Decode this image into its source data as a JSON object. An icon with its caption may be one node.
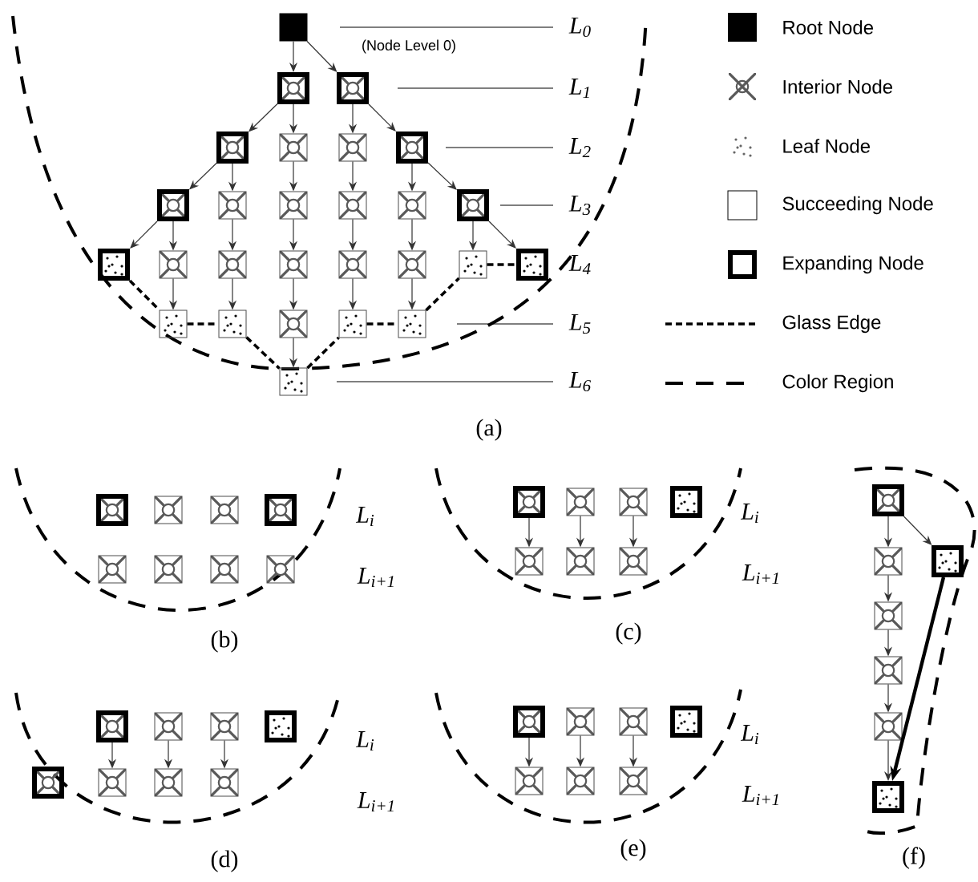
{
  "diagram": {
    "nodes": [
      {
        "text": [],
        "shape": "box"
      },
      {
        "text": [],
        "shape": "box"
      },
      {
        "text": [],
        "shape": "box"
      },
      {
        "text": [],
        "shape": "box"
      },
      {
        "text": [],
        "shape": "box"
      },
      {
        "text": [],
        "shape": "box"
      },
      {
        "text": [],
        "shape": "box"
      },
      {
        "text": [],
        "shape": "box"
      },
      {
        "text": [],
        "shape": "box"
      },
      {
        "text": [],
        "shape": "box"
      },
      {
        "text": [],
        "shape": "box"
      },
      {
        "text": [],
        "shape": "box"
      },
      {
        "text": [],
        "shape": "box"
      },
      {
        "text": [],
        "shape": "box"
      },
      {
        "text": [],
        "shape": "box"
      },
      {
        "text": [],
        "shape": "box"
      },
      {
        "text": [],
        "shape": "box"
      },
      {
        "text": [],
        "shape": "box"
      },
      {
        "text": [],
        "shape": "box"
      },
      {
        "text": [],
        "shape": "box"
      },
      {
        "text": [],
        "shape": "box"
      },
      {
        "text": [],
        "shape": "box"
      },
      {
        "text": [],
        "shape": "box"
      },
      {
        "text": [],
        "shape": "box"
      },
      {
        "text": [],
        "shape": "box"
      },
      {
        "text": [],
        "shape": "box"
      },
      {
        "text": [],
        "shape": "box"
      },
      {
        "text": [],
        "shape": "box"
      },
      {
        "text": [],
        "shape": "box"
      },
      {
        "text": [],
        "shape": "box"
      },
      {
        "text": [],
        "shape": "box"
      },
      {
        "text": [],
        "shape": "box"
      },
      {
        "text": [],
        "shape": "box"
      },
      {
        "text": [],
        "shape": "box"
      },
      {
        "text": [],
        "shape": "box"
      },
      {
        "text": [],
        "shape": "box"
      },
      {
        "text": [],
        "shape": "box"
      },
      {
        "text": [],
        "shape": "box"
      },
      {
        "text": [],
        "shape": "box"
      },
      {
        "text": [],
        "shape": "box"
      },
      {
        "text": [],
        "shape": "box"
      },
      {
        "text": [],
        "shape": "box"
      },
      {
        "text": [],
        "shape": "box"
      },
      {
        "text": [],
        "shape": "box"
      },
      {
        "text": [],
        "shape": "box"
      },
      {
        "text": [],
        "shape": "box"
      },
      {
        "text": [],
        "shape": "box"
      },
      {
        "text": [],
        "shape": "box"
      },
      {
        "text": [],
        "shape": "box"
      },
      {
        "text": [],
        "shape": "box"
      },
      {
        "text": [],
        "shape": "box"
      },
      {
        "text": [],
        "shape": "box"
      },
      {
        "text": [],
        "shape": "box"
      },
      {
        "text": [],
        "shape": "box"
      },
      {
        "text": [],
        "shape": "box"
      },
      {
        "text": [],
        "shape": "box"
      },
      {
        "text": [],
        "shape": "box"
      },
      {
        "text": [],
        "shape": "box"
      },
      {
        "text": [],
        "shape": "box"
      },
      {
        "text": [],
        "shape": "box"
      },
      {
        "text": [],
        "shape": "box"
      },
      {
        "text": [],
        "shape": "box"
      },
      {
        "text": [],
        "shape": "box"
      },
      {
        "text": [],
        "shape": "box"
      }
    ],
    "edges": [
      {
        "from": 0,
        "to": 1,
        "arrow": "to"
      },
      {
        "from": 0,
        "to": 2,
        "arrow": "to"
      },
      {
        "from": 1,
        "to": 3,
        "arrow": "to"
      },
      {
        "from": 1,
        "to": 4,
        "arrow": "to"
      },
      {
        "from": 2,
        "to": 5,
        "arrow": "to"
      },
      {
        "from": 2,
        "to": 6,
        "arrow": "to"
      },
      {
        "from": 3,
        "to": 7,
        "arrow": "to"
      },
      {
        "from": 3,
        "to": 8,
        "arrow": "to"
      },
      {
        "from": 4,
        "to": 9,
        "arrow": "to"
      },
      {
        "from": 5,
        "to": 10,
        "arrow": "to"
      },
      {
        "from": 6,
        "to": 11,
        "arrow": "to"
      },
      {
        "from": 6,
        "to": 12,
        "arrow": "to"
      },
      {
        "from": 7,
        "to": 13,
        "arrow": "to"
      },
      {
        "from": 7,
        "to": 14,
        "arrow": "to"
      },
      {
        "from": 8,
        "to": 15,
        "arrow": "to"
      },
      {
        "from": 9,
        "to": 16,
        "arrow": "to"
      },
      {
        "from": 10,
        "to": 17,
        "arrow": "to"
      },
      {
        "from": 11,
        "to": 18,
        "arrow": "to"
      },
      {
        "from": 12,
        "to": 19,
        "arrow": "to"
      },
      {
        "from": 12,
        "to": 20,
        "arrow": "to"
      },
      {
        "from": 14,
        "to": 21,
        "arrow": "to"
      },
      {
        "from": 15,
        "to": 22,
        "arrow": "to"
      },
      {
        "from": 16,
        "to": 23,
        "arrow": "to"
      },
      {
        "from": 17,
        "to": 24,
        "arrow": "to"
      },
      {
        "from": 18,
        "to": 25,
        "arrow": "to"
      },
      {
        "from": 23,
        "to": 26,
        "arrow": "to"
      },
      {
        "from": 13,
        "to": 21,
        "arrow": "none",
        "style": "dashed"
      },
      {
        "from": 21,
        "to": 22,
        "arrow": "none",
        "style": "dashed"
      },
      {
        "from": 22,
        "to": 26,
        "arrow": "none",
        "style": "dashed"
      },
      {
        "from": 26,
        "to": 24,
        "arrow": "none",
        "style": "dashed"
      },
      {
        "from": 24,
        "to": 25,
        "arrow": "none",
        "style": "dashed"
      },
      {
        "from": 25,
        "to": 19,
        "arrow": "none",
        "style": "dashed"
      },
      {
        "from": 19,
        "to": 20,
        "arrow": "none",
        "style": "dashed"
      },
      {
        "from": 35,
        "to": 39,
        "arrow": "to"
      },
      {
        "from": 36,
        "to": 40,
        "arrow": "to"
      },
      {
        "from": 37,
        "to": 41,
        "arrow": "to"
      },
      {
        "from": 42,
        "to": 47,
        "arrow": "to"
      },
      {
        "from": 43,
        "to": 48,
        "arrow": "to"
      },
      {
        "from": 44,
        "to": 49,
        "arrow": "to"
      },
      {
        "from": 50,
        "to": 54,
        "arrow": "to"
      },
      {
        "from": 51,
        "to": 55,
        "arrow": "to"
      },
      {
        "from": 52,
        "to": 56,
        "arrow": "to"
      },
      {
        "from": 57,
        "to": 58,
        "arrow": "to"
      },
      {
        "from": 58,
        "to": 59,
        "arrow": "to"
      },
      {
        "from": 59,
        "to": 60,
        "arrow": "to"
      },
      {
        "from": 60,
        "to": 61,
        "arrow": "to"
      },
      {
        "from": 61,
        "to": 62,
        "arrow": "to"
      },
      {
        "from": 57,
        "to": 63,
        "arrow": "to"
      },
      {
        "from": 63,
        "to": 62,
        "arrow": "to",
        "style": "thick"
      }
    ],
    "labels": [
      "(Node Level 0)",
      "L$_{0}$",
      "L$_{1}$",
      "L$_{2}$",
      "L$_{3}$",
      "L$_{4}$",
      "L$_{5}$",
      "L$_{6}$",
      "(a)",
      "L$_{i}$",
      "L$_{i+1}$",
      "(b)",
      "L$_{i}$",
      "L$_{i+1}$",
      "(c)",
      "L$_{i}$",
      "L$_{i+1}$",
      "(d)",
      "L$_{i}$",
      "L$_{i+1}$",
      "(e)",
      "(f)"
    ],
    "legend": [
      {
        "text": "Root Node",
        "color": "#000000"
      },
      {
        "text": "Interior Node"
      },
      {
        "text": "Leaf Node"
      },
      {
        "text": "Succeeding Node"
      },
      {
        "text": "Expanding Node"
      },
      {
        "text": "Glass Edge"
      },
      {
        "text": "Color Region"
      }
    ]
  }
}
